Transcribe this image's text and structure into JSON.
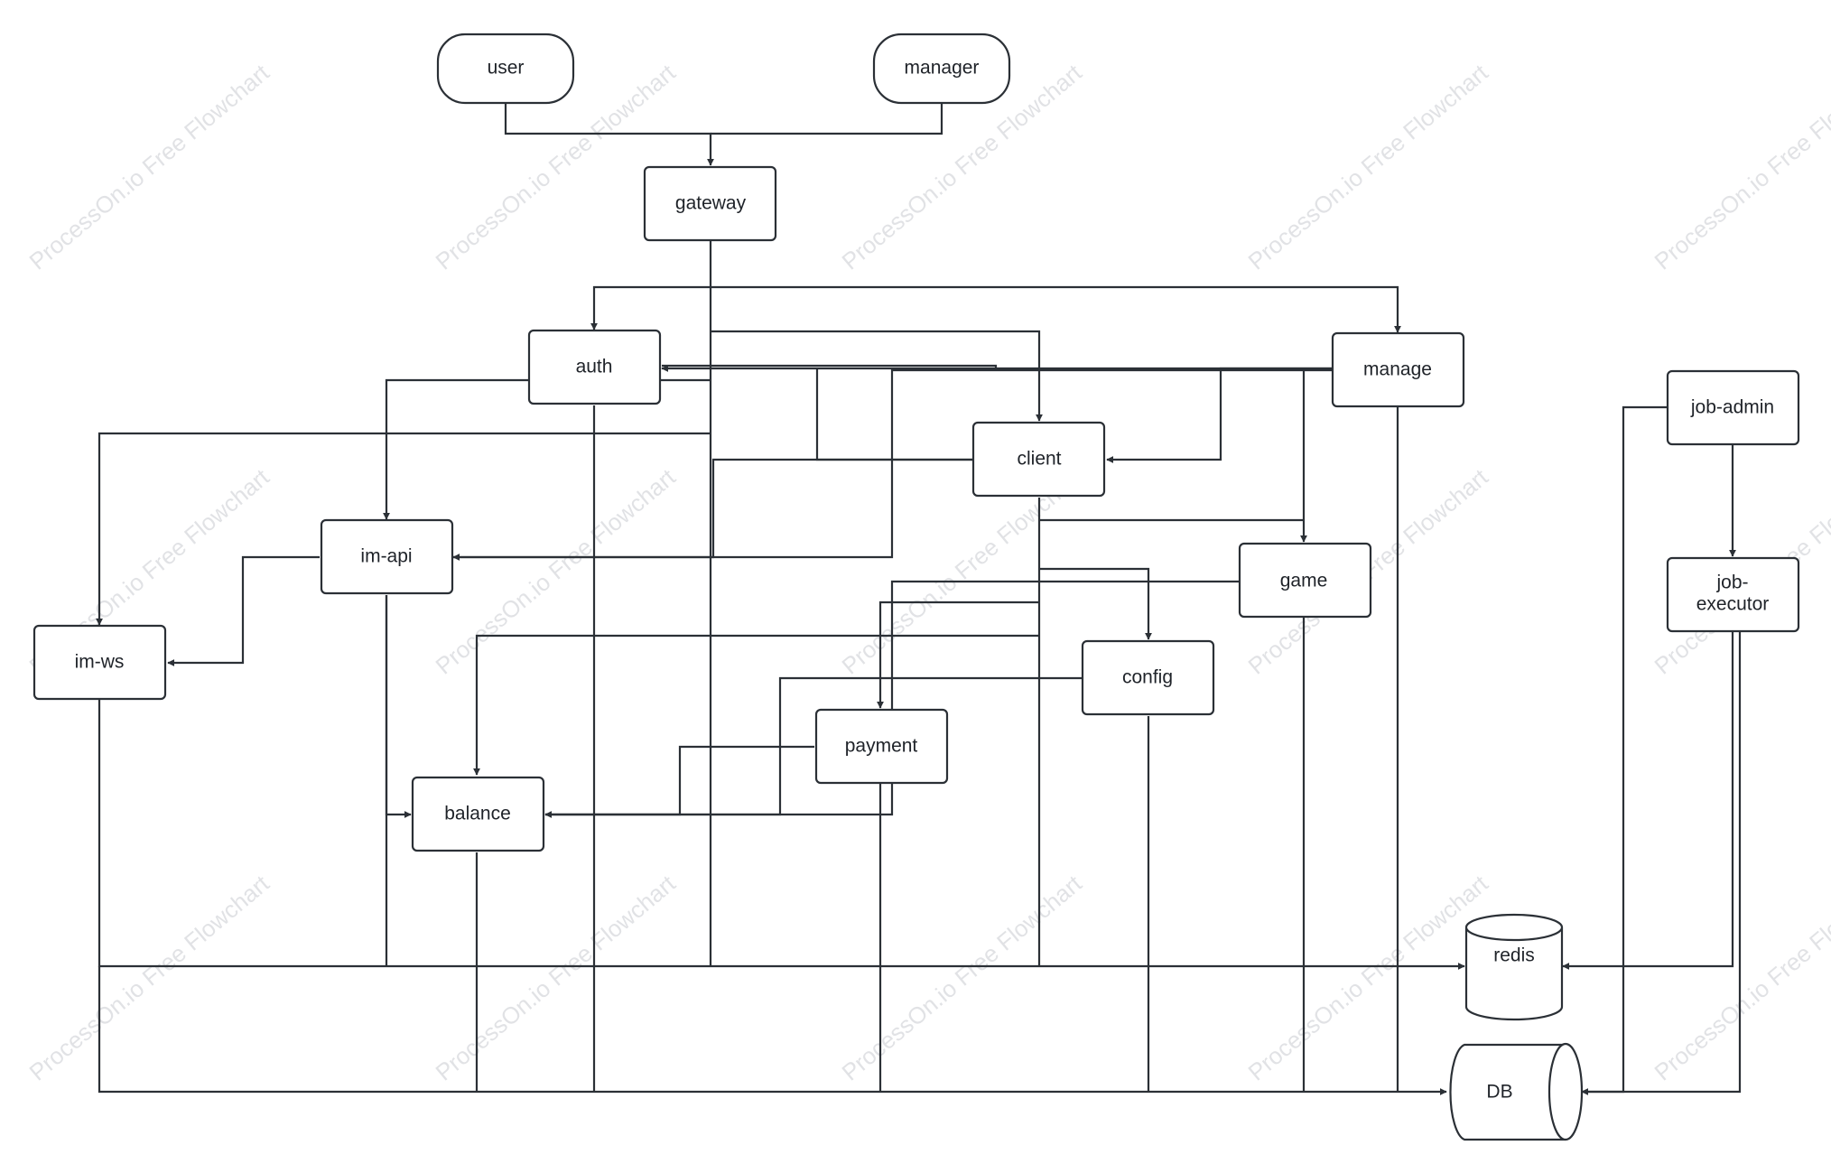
{
  "diagram": {
    "watermark_text": "ProcessOn.io Free Flowchart",
    "nodes": {
      "user": "user",
      "manager": "manager",
      "gateway": "gateway",
      "auth": "auth",
      "manage": "manage",
      "client": "client",
      "im_api": "im-api",
      "im_ws": "im-ws",
      "game": "game",
      "config": "config",
      "payment": "payment",
      "balance": "balance",
      "job_admin": "job-admin",
      "job_executor_line1": "job-",
      "job_executor_line2": "executor",
      "redis": "redis",
      "db": "DB"
    },
    "colors": {
      "stroke": "#2b3036",
      "text": "#1f2329",
      "watermark": "#c9ccd1"
    }
  }
}
